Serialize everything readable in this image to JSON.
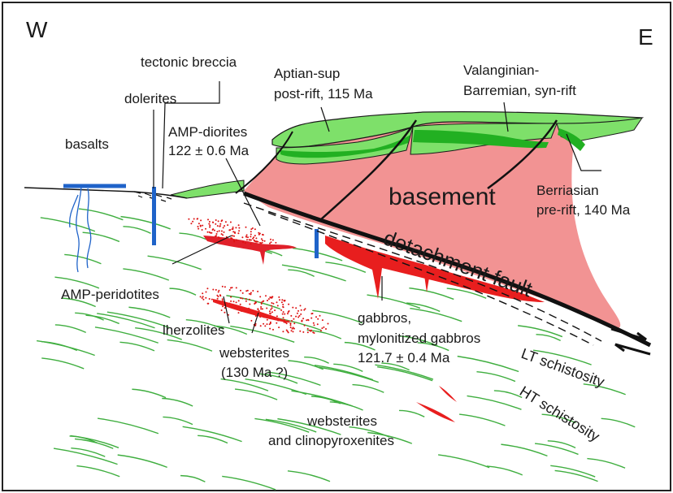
{
  "figure": {
    "corner_west": "W",
    "corner_east": "E",
    "labels": {
      "tectonic_breccia": "tectonic breccia",
      "dolerites": "dolerites",
      "basalts": "basalts",
      "aptian_1": "Aptian-sup",
      "aptian_2": "post-rift, 115 Ma",
      "valanginian_1": "Valanginian-",
      "valanginian_2": "Barremian, syn-rift",
      "amp_diorites_1": "AMP-diorites",
      "amp_diorites_2": "122 ± 0.6 Ma",
      "basement": "basement",
      "berriasian_1": "Berriasian",
      "berriasian_2": "pre-rift, 140 Ma",
      "detachment_fault": "detachment fault",
      "amp_peridotites": "AMP-peridotites",
      "lherzolites": "lherzolites",
      "websterites_1": "websterites",
      "websterites_2": "(130 Ma ?)",
      "gabbros_1": "gabbros,",
      "gabbros_2": "mylonitized gabbros",
      "gabbros_3": "121.7 ± 0.4 Ma",
      "lt_schistosity": "LT schistosity",
      "ht_schistosity": "HT schistosity",
      "webster_clino_1": "websterites",
      "webster_clino_2": "and clinopyroxenites"
    },
    "colors": {
      "basement": "#f29393",
      "post_rift_green": "#7ee06a",
      "syn_rift_green": "#22b022",
      "gabbro_red": "#e81e1e",
      "peridotite_lines": "#3fae3f",
      "dyke_blue": "#1f63c9",
      "basalt_blue": "#1f63c9"
    }
  }
}
